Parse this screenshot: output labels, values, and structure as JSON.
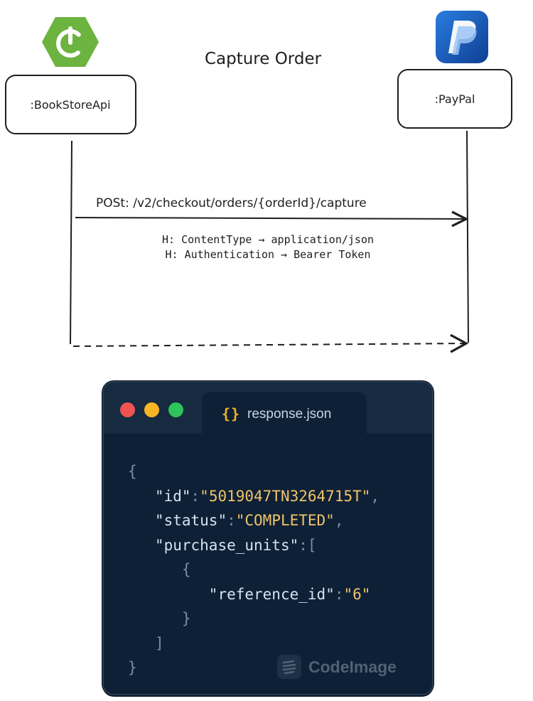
{
  "diagram": {
    "title": "Capture Order",
    "participants": [
      {
        "label": ":BookStoreApi",
        "logo": "spring-boot-icon",
        "logo_color": "#6db33f"
      },
      {
        "label": ":PayPal",
        "logo": "paypal-icon",
        "logo_color": "#1f5fbf"
      }
    ],
    "request": {
      "label": "POSt: /v2/checkout/orders/{orderId}/capture",
      "headers": [
        "H: ContentType → application/json",
        "H: Authentication → Bearer Token"
      ]
    }
  },
  "code_window": {
    "tab": {
      "icon": "curly-braces-icon",
      "label": "response.json"
    },
    "brand": "CodeImage",
    "lines": [
      [
        {
          "t": "{",
          "c": "p"
        }
      ],
      [
        {
          "t": "   "
        },
        {
          "t": "\"id\"",
          "c": "k"
        },
        {
          "t": ":",
          "c": "p"
        },
        {
          "t": "\"5019047TN3264715T\"",
          "c": "s"
        },
        {
          "t": ",",
          "c": "p"
        }
      ],
      [
        {
          "t": "   "
        },
        {
          "t": "\"status\"",
          "c": "k"
        },
        {
          "t": ":",
          "c": "p"
        },
        {
          "t": "\"COMPLETED\"",
          "c": "s"
        },
        {
          "t": ",",
          "c": "p"
        }
      ],
      [
        {
          "t": "   "
        },
        {
          "t": "\"purchase_units\"",
          "c": "k"
        },
        {
          "t": ":[",
          "c": "p"
        }
      ],
      [
        {
          "t": "      "
        },
        {
          "t": "{",
          "c": "p"
        }
      ],
      [
        {
          "t": "         "
        },
        {
          "t": "\"reference_id\"",
          "c": "k"
        },
        {
          "t": ":",
          "c": "p"
        },
        {
          "t": "\"6\"",
          "c": "s"
        }
      ],
      [
        {
          "t": "      "
        },
        {
          "t": "}",
          "c": "p"
        }
      ],
      [
        {
          "t": "   "
        },
        {
          "t": "]",
          "c": "p"
        }
      ],
      [
        {
          "t": "}",
          "c": "p"
        }
      ]
    ],
    "colors": {
      "background": "#0e2036",
      "titlebar": "#162a40",
      "string": "#f0c36a",
      "key": "#d6e2ee",
      "punct": "#7c8fa3"
    }
  }
}
